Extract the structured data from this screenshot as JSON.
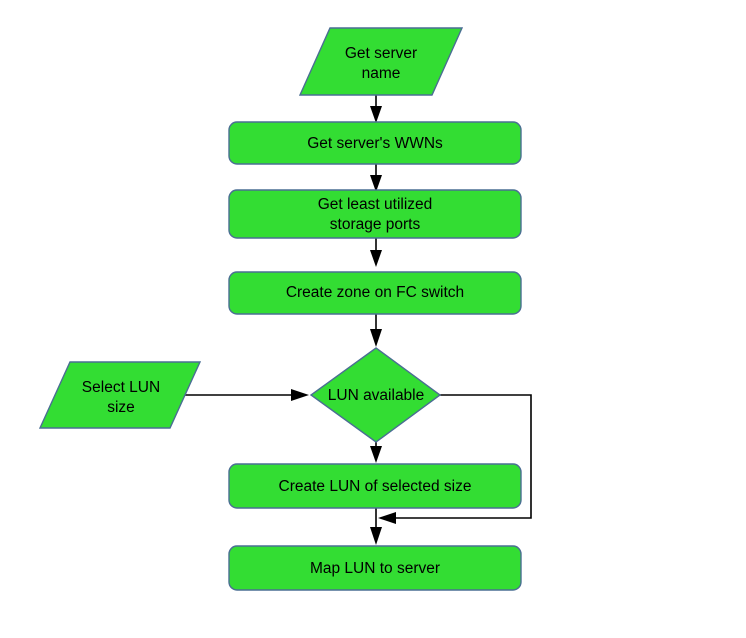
{
  "diagram": {
    "title": "LUN provisioning flowchart",
    "background_color": "#ffffff",
    "node_fill_color": "#33dd33",
    "node_border_color": "#4a6e93",
    "edge_color": "#000000",
    "text_color": "#000000"
  },
  "nodes": {
    "get_server_name": {
      "shape": "parallelogram",
      "line1": "Get server",
      "line2": "name"
    },
    "get_wwns": {
      "shape": "rounded-rectangle",
      "line1": "Get server's WWNs"
    },
    "get_ports": {
      "shape": "rounded-rectangle",
      "line1": "Get least utilized",
      "line2": "storage ports"
    },
    "create_zone": {
      "shape": "rounded-rectangle",
      "line1": "Create zone on FC switch"
    },
    "lun_available": {
      "shape": "diamond",
      "line1": "LUN available"
    },
    "select_lun_size": {
      "shape": "parallelogram",
      "line1": "Select LUN",
      "line2": "size"
    },
    "create_lun": {
      "shape": "rounded-rectangle",
      "line1": "Create LUN of selected size"
    },
    "map_lun": {
      "shape": "rounded-rectangle",
      "line1": "Map LUN to server"
    }
  },
  "edges": [
    {
      "name": "edge-server-name-to-wwns",
      "from": "get_server_name",
      "to": "get_wwns",
      "label": ""
    },
    {
      "name": "edge-wwns-to-ports",
      "from": "get_wwns",
      "to": "get_ports",
      "label": ""
    },
    {
      "name": "edge-ports-to-zone",
      "from": "get_ports",
      "to": "create_zone",
      "label": ""
    },
    {
      "name": "edge-zone-to-decision",
      "from": "create_zone",
      "to": "lun_available",
      "label": ""
    },
    {
      "name": "edge-select-size-to-decision",
      "from": "select_lun_size",
      "to": "lun_available",
      "label": ""
    },
    {
      "name": "edge-decision-to-create-lun",
      "from": "lun_available",
      "to": "create_lun",
      "label": ""
    },
    {
      "name": "edge-decision-bypass-to-map",
      "from": "lun_available",
      "to": "map_lun",
      "label": ""
    },
    {
      "name": "edge-create-lun-to-map",
      "from": "create_lun",
      "to": "map_lun",
      "label": ""
    }
  ]
}
